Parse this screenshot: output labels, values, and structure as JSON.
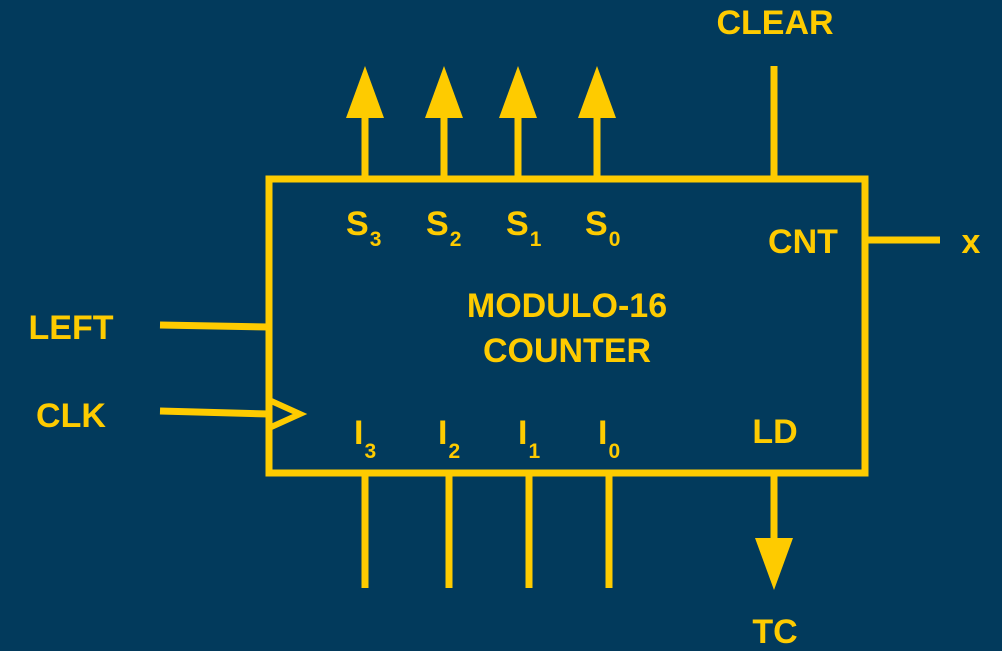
{
  "colors": {
    "background": "#023a5c",
    "ink": "#fecb00"
  },
  "block": {
    "title_line1": "MODULO-16",
    "title_line2": "COUNTER"
  },
  "outputs": {
    "s3": {
      "letter": "S",
      "sub": "3"
    },
    "s2": {
      "letter": "S",
      "sub": "2"
    },
    "s1": {
      "letter": "S",
      "sub": "1"
    },
    "s0": {
      "letter": "S",
      "sub": "0"
    }
  },
  "inputs": {
    "i3": {
      "letter": "I",
      "sub": "3"
    },
    "i2": {
      "letter": "I",
      "sub": "2"
    },
    "i1": {
      "letter": "I",
      "sub": "1"
    },
    "i0": {
      "letter": "I",
      "sub": "0"
    }
  },
  "pins": {
    "cnt": "CNT",
    "ld": "LD"
  },
  "signals": {
    "clear": "CLEAR",
    "left": "LEFT",
    "clk": "CLK",
    "x": "x",
    "tc": "TC"
  }
}
